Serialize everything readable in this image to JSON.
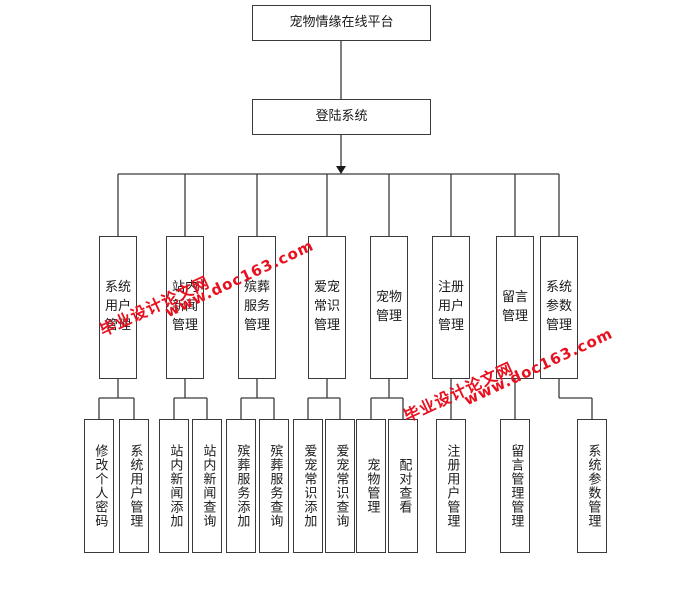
{
  "diagram": {
    "root": "宠物情缘在线平台",
    "login": "登陆系统",
    "modules": [
      {
        "label": "系统\n用户\n管理",
        "children": [
          "修改个人密码",
          "系统用户管理"
        ]
      },
      {
        "label": "站内\n新闻\n管理",
        "children": [
          "站内新闻添加",
          "站内新闻查询"
        ]
      },
      {
        "label": "殡葬\n服务\n管理",
        "children": [
          "殡葬服务添加",
          "殡葬服务查询"
        ]
      },
      {
        "label": "爱宠\n常识\n管理",
        "children": [
          "爱宠常识添加",
          "爱宠常识查询"
        ]
      },
      {
        "label": "宠物\n管理",
        "children": [
          "宠物管理",
          "配对查看"
        ]
      },
      {
        "label": "注册\n用户\n管理",
        "children": [
          "注册用户管理"
        ]
      },
      {
        "label": "留言\n管理",
        "children": [
          "留言管理管理"
        ]
      },
      {
        "label": "系统\n参数\n管理",
        "children": [
          "系统参数管理"
        ]
      }
    ]
  },
  "watermark": {
    "text": "毕业设计论文网",
    "url": "www.doc163.com"
  }
}
